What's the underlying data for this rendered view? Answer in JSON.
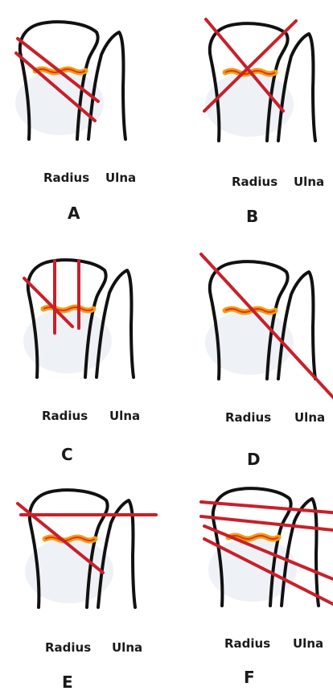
{
  "panels": [
    {
      "letter": "A",
      "bone1": "Radius",
      "bone2": "Ulna"
    },
    {
      "letter": "B",
      "bone1": "Radius",
      "bone2": "Ulna"
    },
    {
      "letter": "C",
      "bone1": "Radius",
      "bone2": "Ulna"
    },
    {
      "letter": "D",
      "bone1": "Radius",
      "bone2": "Ulna"
    },
    {
      "letter": "E",
      "bone1": "Radius",
      "bone2": "Ulna"
    },
    {
      "letter": "F",
      "bone1": "Radius",
      "bone2": "Ulna"
    }
  ],
  "colors": {
    "wire": "#c8202a",
    "outline": "#111111",
    "growth_plate": "#f0a010",
    "growth_plate_core": "#e8301a",
    "shading": "#dde6ee"
  }
}
